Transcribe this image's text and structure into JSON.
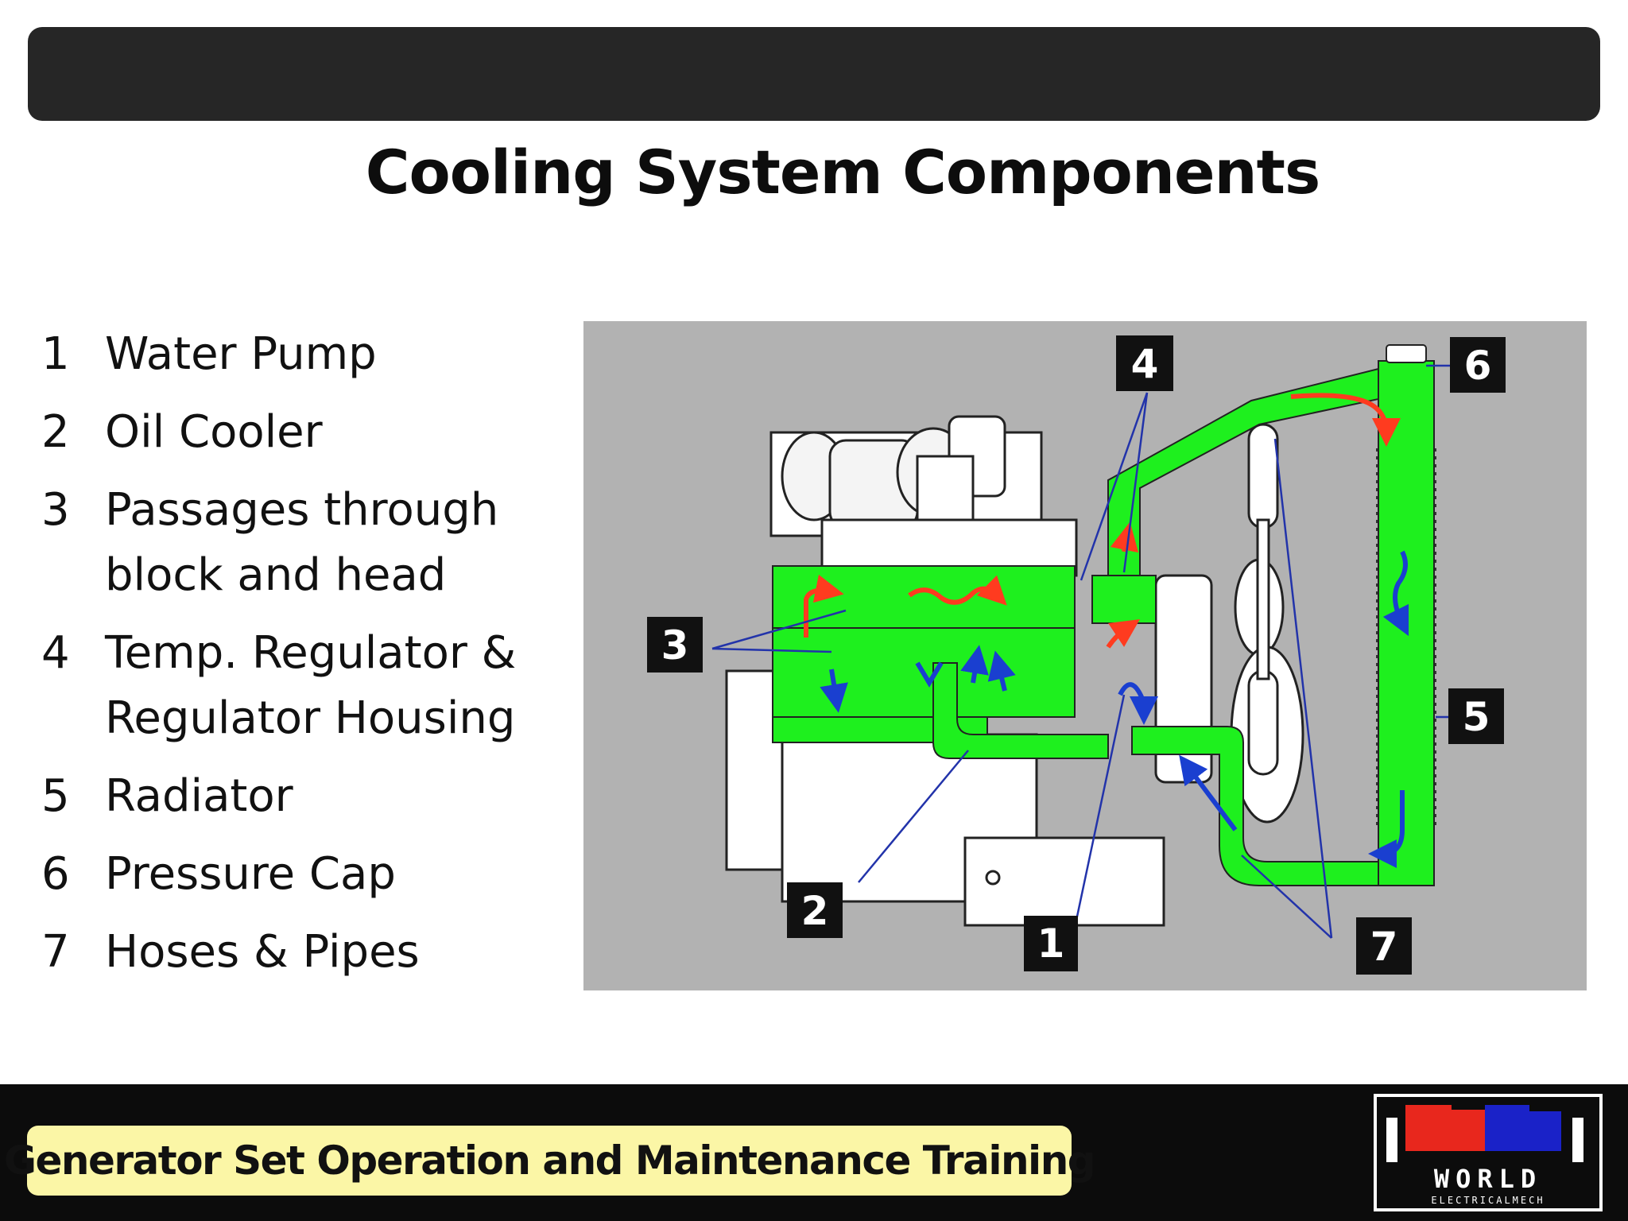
{
  "slide": {
    "title": "Cooling System Components",
    "footer": "Generator Set Operation and Maintenance Training"
  },
  "components": [
    {
      "num": "1",
      "label": "Water Pump"
    },
    {
      "num": "2",
      "label": "Oil Cooler"
    },
    {
      "num": "3",
      "label": "Passages through block and head"
    },
    {
      "num": "4",
      "label": "Temp. Regulator & Regulator Housing"
    },
    {
      "num": "5",
      "label": "Radiator"
    },
    {
      "num": "6",
      "label": "Pressure Cap"
    },
    {
      "num": "7",
      "label": "Hoses & Pipes"
    }
  ],
  "diagram": {
    "callouts": [
      "1",
      "2",
      "3",
      "4",
      "5",
      "6",
      "7"
    ]
  },
  "logo": {
    "text": "WORLD",
    "subtext": "ELECTRICALMECH"
  },
  "colors": {
    "coolant": "#1ef01e",
    "hot_flow": "#ff3b1f",
    "cool_flow": "#1a3fd0",
    "leader": "#2233aa",
    "panel": "#b2b2b2"
  }
}
